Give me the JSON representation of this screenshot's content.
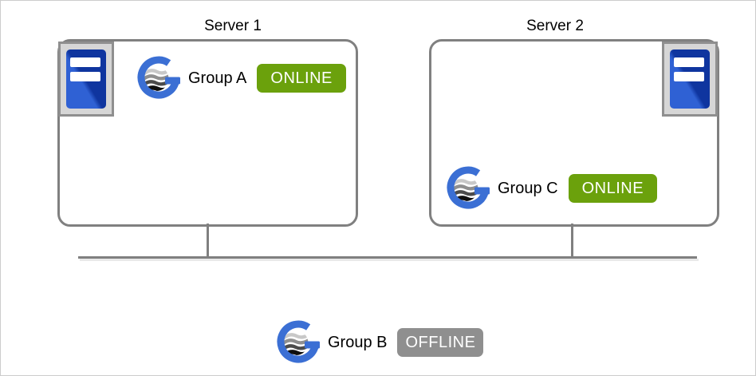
{
  "diagram": {
    "servers": [
      {
        "title": "Server 1",
        "group": {
          "label": "Group A",
          "status": "ONLINE"
        }
      },
      {
        "title": "Server 2",
        "group": {
          "label": "Group C",
          "status": "ONLINE"
        }
      }
    ],
    "standalone_group": {
      "label": "Group B",
      "status": "OFFLINE"
    }
  },
  "icons": {
    "server": "server-tower-icon",
    "group": "availability-group-icon"
  },
  "colors": {
    "online_badge": "#6BA10C",
    "offline_badge": "#8F8F8F",
    "connector_line": "#808080",
    "box_border": "#808080",
    "server_icon_frame": "#D6D6D6",
    "server_icon_blue_light": "#2F61D4",
    "server_icon_blue_dark": "#0F359F",
    "group_logo_blue": "#3B6FD4",
    "text": "#000000"
  }
}
